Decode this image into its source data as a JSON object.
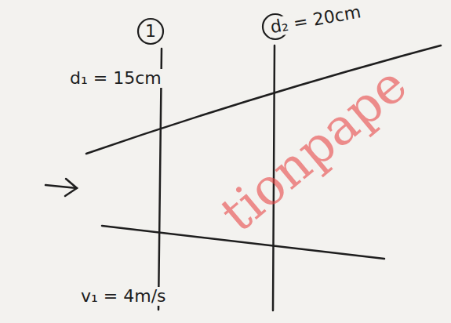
{
  "diagram": {
    "nodes": [
      {
        "text": [
          "1"
        ]
      },
      {
        "text": [
          "2"
        ]
      }
    ],
    "labels": [
      "d₁ = 15cm",
      "d₂ = 20cm",
      "v₁ = 4m/s",
      "tionpape"
    ]
  }
}
